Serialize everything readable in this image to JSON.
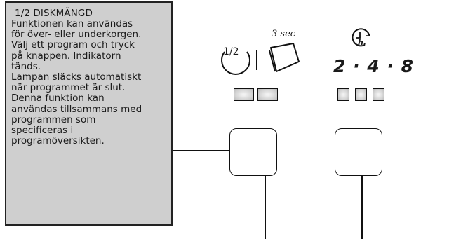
{
  "info": {
    "title": "1/2 DISKMÄNGD",
    "text": "Funktionen kan användas\nför över- eller underkorgen.\nVälj ett program och tryck\npå knappen. Indikatorn\ntänds.\nLampan släcks automatiskt\nnär programmet är slut.\nDenna funktion kan\nanvändas tillsammans med\nprogrammen som\nspecificeras i\nprogramöversikten."
  },
  "panel": {
    "half_load_symbol": "1/2",
    "duration_label": "3 sec",
    "delay_hours": "2 · 4 · 8",
    "clock_unit": "h."
  },
  "icons": {
    "half_load": "half-load-icon",
    "key": "key-card-icon",
    "delay": "delay-clock-icon"
  }
}
